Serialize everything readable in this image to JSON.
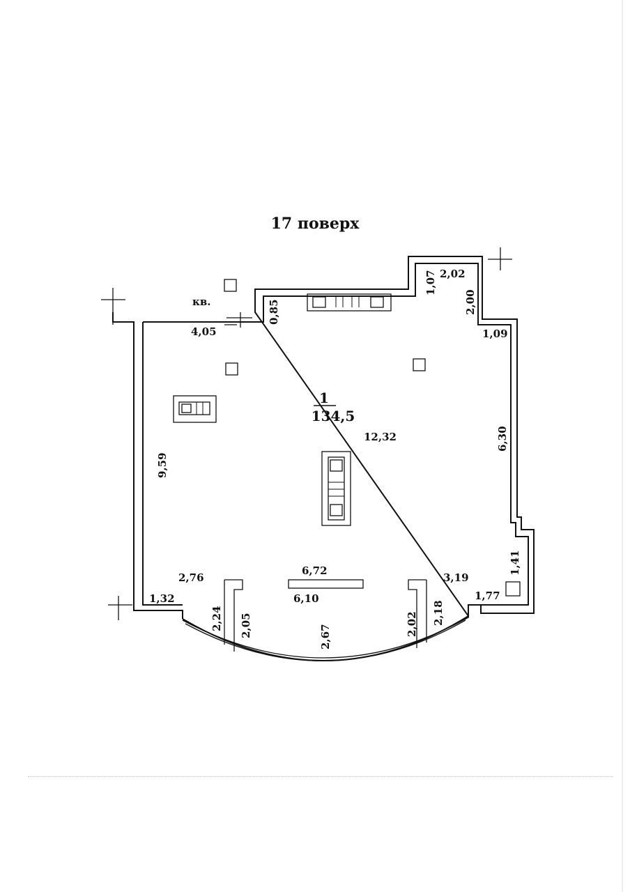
{
  "floor_title": "17 поверх",
  "room": {
    "number": "1",
    "area": "134,5"
  },
  "apartment_label": "кв.",
  "dimensions": {
    "d_4_05": "4,05",
    "d_0_85": "0,85",
    "d_1_07": "1,07",
    "d_2_02_top": "2,02",
    "d_2_00": "2,00",
    "d_1_09": "1,09",
    "d_9_59": "9,59",
    "d_12_32": "12,32",
    "d_6_30": "6,30",
    "d_1_41": "1,41",
    "d_2_76": "2,76",
    "d_6_72": "6,72",
    "d_3_19": "3,19",
    "d_1_32": "1,32",
    "d_6_10": "6,10",
    "d_1_77": "1,77",
    "d_2_24": "2,24",
    "d_2_05": "2,05",
    "d_2_67": "2,67",
    "d_2_02_bottom": "2,02",
    "d_2_18": "2,18"
  }
}
